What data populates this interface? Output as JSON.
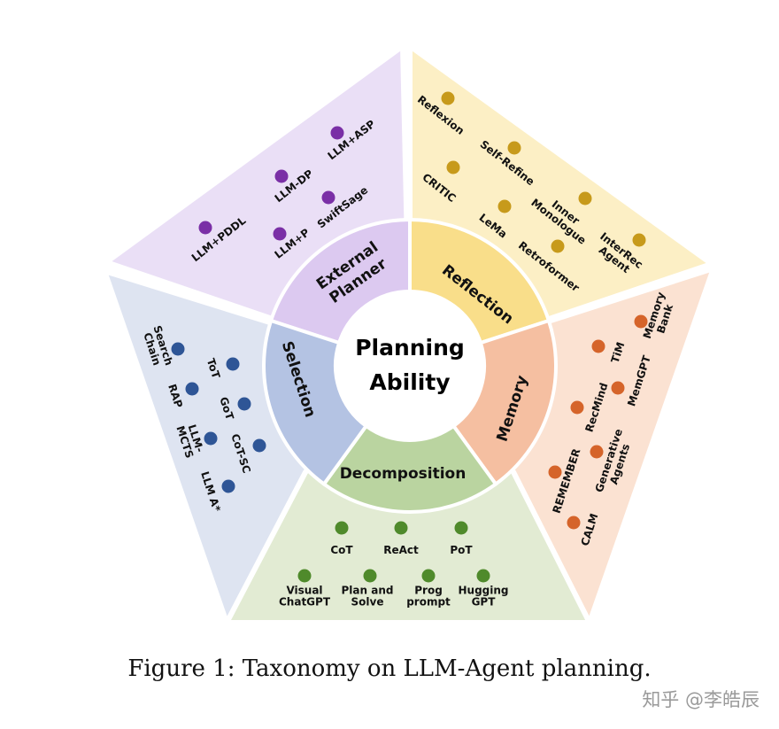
{
  "center": {
    "line1": "Planning",
    "line2": "Ability"
  },
  "categories": [
    {
      "key": "planner",
      "label_lines": [
        "External",
        "Planner"
      ],
      "outer_color": "#EADFF6",
      "ring_color": "#DCC9F0",
      "dot_color": "#7A2FA6",
      "items": [
        {
          "lines": [
            "LLM+ASP"
          ]
        },
        {
          "lines": [
            "LLM-DP"
          ]
        },
        {
          "lines": [
            "SwiftSage"
          ]
        },
        {
          "lines": [
            "LLM+PDDL"
          ]
        },
        {
          "lines": [
            "LLM+P"
          ]
        }
      ]
    },
    {
      "key": "reflection",
      "label_lines": [
        "Reflection"
      ],
      "outer_color": "#FCEFC5",
      "ring_color": "#F9DE8A",
      "dot_color": "#C79A1B",
      "items": [
        {
          "lines": [
            "Reflexion"
          ]
        },
        {
          "lines": [
            "Self-Refine"
          ]
        },
        {
          "lines": [
            "CRITIC"
          ]
        },
        {
          "lines": [
            "Inner",
            "Monologue"
          ]
        },
        {
          "lines": [
            "LeMa"
          ]
        },
        {
          "lines": [
            "InterRec",
            "Agent"
          ]
        },
        {
          "lines": [
            "Retroformer"
          ]
        }
      ]
    },
    {
      "key": "memory",
      "label_lines": [
        "Memory"
      ],
      "outer_color": "#FBE2D2",
      "ring_color": "#F5BFA1",
      "dot_color": "#D5642A",
      "items": [
        {
          "lines": [
            "Memory",
            "Bank"
          ]
        },
        {
          "lines": [
            "TiM"
          ]
        },
        {
          "lines": [
            "MemGPT"
          ]
        },
        {
          "lines": [
            "RecMind"
          ]
        },
        {
          "lines": [
            "Generative",
            "Agents"
          ]
        },
        {
          "lines": [
            "REMEMBER"
          ]
        },
        {
          "lines": [
            "CALM"
          ]
        }
      ]
    },
    {
      "key": "decomposition",
      "label_lines": [
        "Decomposition"
      ],
      "outer_color": "#E2EBD3",
      "ring_color": "#BAD4A0",
      "dot_color": "#4F8A2B",
      "items": [
        {
          "lines": [
            "CoT"
          ]
        },
        {
          "lines": [
            "ReAct"
          ]
        },
        {
          "lines": [
            "PoT"
          ]
        },
        {
          "lines": [
            "Visual",
            "ChatGPT"
          ]
        },
        {
          "lines": [
            "Plan and",
            "Solve"
          ]
        },
        {
          "lines": [
            "Prog",
            "prompt"
          ]
        },
        {
          "lines": [
            "Hugging",
            "GPT"
          ]
        }
      ]
    },
    {
      "key": "selection",
      "label_lines": [
        "Selection"
      ],
      "outer_color": "#DEE4F1",
      "ring_color": "#B4C3E3",
      "dot_color": "#2E5596",
      "items": [
        {
          "lines": [
            "Search",
            "Chain"
          ]
        },
        {
          "lines": [
            "ToT"
          ]
        },
        {
          "lines": [
            "RAP"
          ]
        },
        {
          "lines": [
            "GoT"
          ]
        },
        {
          "lines": [
            "LLM-",
            "MCTS"
          ]
        },
        {
          "lines": [
            "CoT-SC"
          ]
        },
        {
          "lines": [
            "LLM A*"
          ]
        }
      ]
    }
  ],
  "caption": "Figure 1: Taxonomy on LLM-Agent planning.",
  "watermark": "知乎 @李皓辰"
}
